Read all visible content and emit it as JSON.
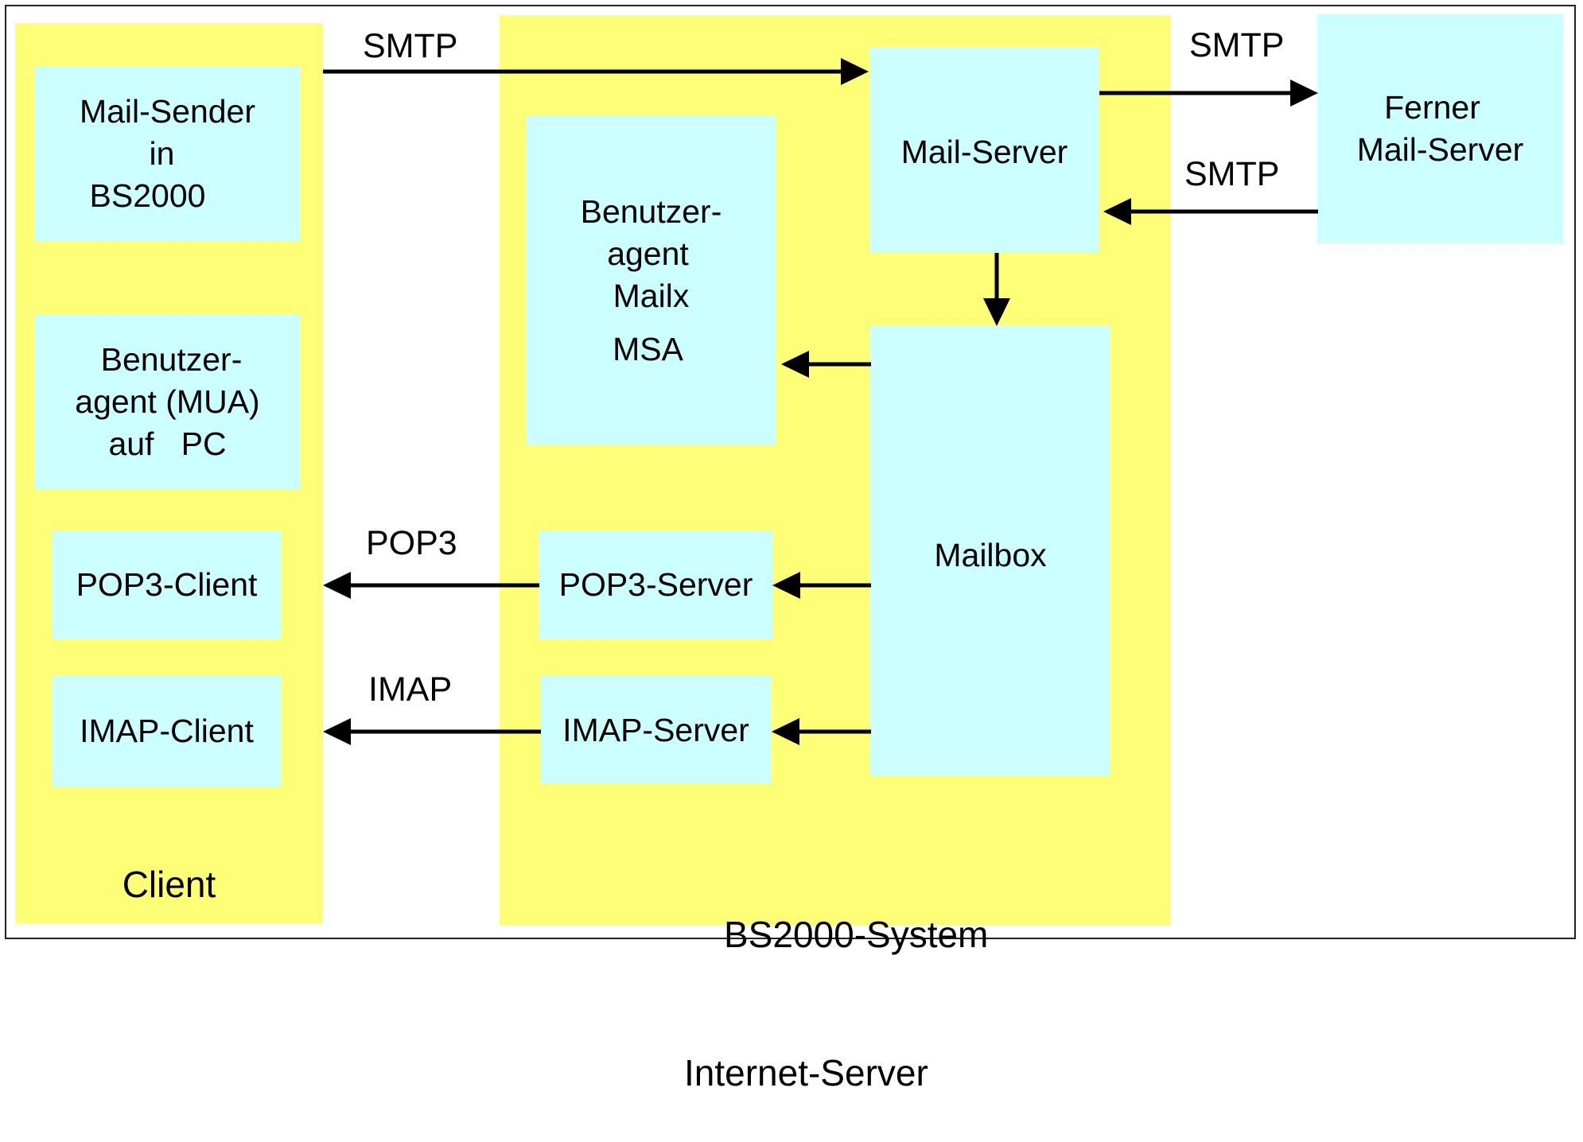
{
  "colors": {
    "panel": "#ffff77",
    "box": "#ccffff",
    "line": "#000000"
  },
  "panels": {
    "client": {
      "title": "Client"
    },
    "server": {
      "title_lines": [
        "BS2000-System",
        "Internet-Server"
      ]
    }
  },
  "boxes": {
    "mail_sender": {
      "lines": [
        "Mail-Sender",
        "in",
        "BS2000"
      ]
    },
    "mua_pc": {
      "lines": [
        "Benutzer-",
        "agent (MUA)",
        "auf   PC"
      ]
    },
    "pop3_client": {
      "lines": [
        "POP3-Client"
      ]
    },
    "imap_client": {
      "lines": [
        "IMAP-Client"
      ]
    },
    "mailx": {
      "lines": [
        "Benutzer-",
        "agent",
        "Mailx",
        "MSA"
      ]
    },
    "pop3_server": {
      "lines": [
        "POP3-Server"
      ]
    },
    "imap_server": {
      "lines": [
        "IMAP-Server"
      ]
    },
    "mail_server": {
      "lines": [
        "Mail-Server"
      ]
    },
    "mailbox": {
      "lines": [
        "Mailbox"
      ]
    },
    "remote_mail_server": {
      "lines": [
        "Ferner",
        "Mail-Server"
      ]
    }
  },
  "connections": [
    {
      "from": "Mail-Sender in BS2000",
      "to": "Mail-Server",
      "label": "SMTP"
    },
    {
      "from": "Mail-Server",
      "to": "Ferner Mail-Server",
      "label": "SMTP"
    },
    {
      "from": "Ferner Mail-Server",
      "to": "Mail-Server",
      "label": "SMTP"
    },
    {
      "from": "Mail-Server",
      "to": "Mailbox",
      "label": ""
    },
    {
      "from": "Mailbox",
      "to": "Benutzeragent Mailx MSA",
      "label": ""
    },
    {
      "from": "Mailbox",
      "to": "POP3-Server",
      "label": ""
    },
    {
      "from": "POP3-Server",
      "to": "POP3-Client",
      "label": "POP3"
    },
    {
      "from": "Mailbox",
      "to": "IMAP-Server",
      "label": ""
    },
    {
      "from": "IMAP-Server",
      "to": "IMAP-Client",
      "label": "IMAP"
    }
  ],
  "labels": {
    "smtp_client": "SMTP",
    "smtp_out": "SMTP",
    "smtp_in": "SMTP",
    "pop3": "POP3",
    "imap": "IMAP"
  }
}
